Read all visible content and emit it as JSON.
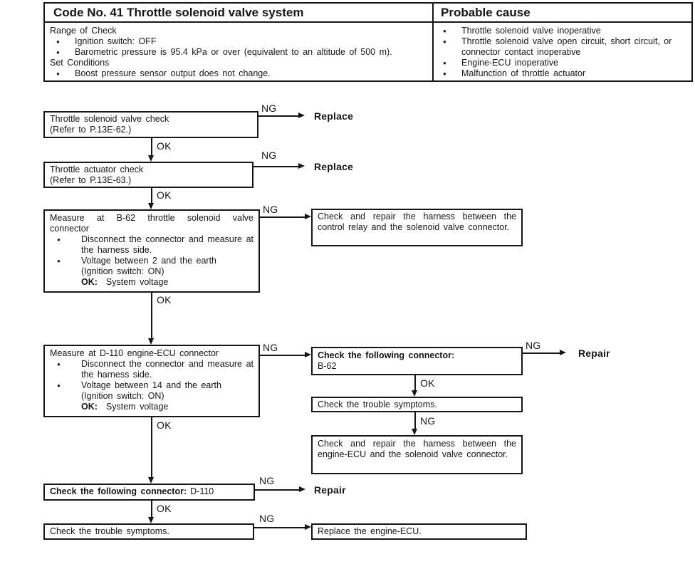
{
  "page": {
    "background": "#ffffff",
    "ink": "#161616"
  },
  "labels": {
    "ok": "OK",
    "ng": "NG",
    "replace": "Replace",
    "repair": "Repair",
    "bullet": "●"
  },
  "header_table": {
    "code_title": "Code No. 41 Throttle solenoid valve system",
    "cause_title": "Probable cause",
    "range_label": "Range of Check",
    "range_items": [
      "Ignition switch: OFF",
      "Barometric pressure is 95.4 kPa or over (equivalent to an altitude of 500 m)."
    ],
    "set_label": "Set Conditions",
    "set_items": [
      "Boost pressure sensor output does not change."
    ],
    "cause_items": [
      "Throttle solenoid valve inoperative",
      "Throttle solenoid valve open circuit, short circuit, or connector contact inoperative",
      "Engine-ECU inoperative",
      "Malfunction of throttle actuator"
    ]
  },
  "flow": {
    "solenoid_check": {
      "line1": "Throttle solenoid valve check",
      "line2": "(Refer to P.13E-62.)"
    },
    "actuator_check": {
      "line1": "Throttle actuator check",
      "line2": "(Refer to P.13E-63.)"
    },
    "b62_measure": {
      "title": "Measure at B-62 throttle solenoid valve connector",
      "bullet1": "Disconnect the connector and measure at the harness side.",
      "bullet2": "Voltage between 2 and the earth",
      "bullet2_note": "(Ignition switch: ON)",
      "ok_label": "OK:",
      "ok_value": "System voltage"
    },
    "relay_harness": "Check and repair the harness between the control relay and the solenoid valve connector.",
    "d110_measure": {
      "title": "Measure at D-110 engine-ECU connector",
      "bullet1": "Disconnect the connector and measure at the harness side.",
      "bullet2": "Voltage between 14 and the earth",
      "bullet2_note": "(Ignition switch: ON)",
      "ok_label": "OK:",
      "ok_value": "System voltage"
    },
    "connector_b62": {
      "bold": "Check the following connector:",
      "value": "B-62"
    },
    "trouble_symptoms_1": "Check the trouble symptoms.",
    "ecu_harness": "Check and repair the harness between the engine-ECU and the solenoid valve connector.",
    "connector_d110": {
      "bold": "Check the following connector:",
      "value": "D-110"
    },
    "trouble_symptoms_2": "Check the trouble symptoms.",
    "replace_ecu": "Replace the engine-ECU."
  }
}
